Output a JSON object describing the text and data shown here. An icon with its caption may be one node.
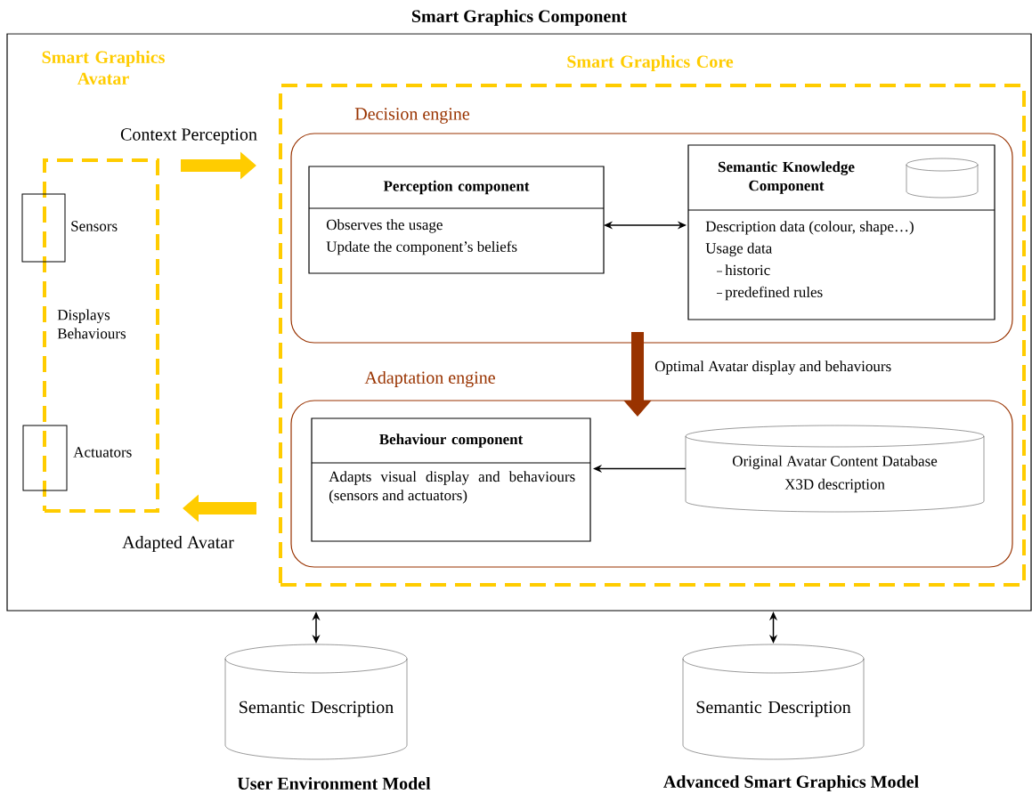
{
  "diagram": {
    "nodes": [
      {
        "text": [
          "Smart Graphics Component"
        ]
      },
      {
        "text": [
          "Smart Graphics Avatar"
        ],
        "in": 0
      },
      {
        "text": [],
        "shape": "box",
        "beside": [
          "Sensors"
        ],
        "in": 0
      },
      {
        "text": [],
        "shape": "box",
        "beside": [
          "Actuators"
        ],
        "in": 0
      },
      {
        "text": [
          "Smart Graphics Core"
        ],
        "in": 0
      },
      {
        "text": [
          "Decision engine"
        ],
        "in": 4
      },
      {
        "text": [
          "Perception component",
          "Observes the usage",
          "Update the component’s beliefs"
        ],
        "in": 5
      },
      {
        "text": [
          "Semantic Knowledge Component",
          "Description data (colour, shape…)",
          "Usage data",
          "historic",
          "predefined rules"
        ],
        "in": 5
      },
      {
        "text": [
          "Adaptation engine"
        ],
        "in": 4
      },
      {
        "text": [
          "Behaviour component",
          "Adapts visual display and behaviours (sensors and actuators)"
        ],
        "in": 8
      },
      {
        "text": [
          "Original Avatar Content Database",
          "X3D description"
        ],
        "in": 8
      },
      {
        "text": [
          "Semantic Description"
        ],
        "beside": [
          "User Environment Model"
        ]
      },
      {
        "text": [
          "Semantic Description"
        ],
        "beside": [
          "Advanced Smart Graphics Model"
        ]
      }
    ],
    "edges": [
      {
        "from": 1,
        "to": 4,
        "arrow": "to",
        "label": "Context Perception",
        "style": "thick",
        "color": "#ffcc00"
      },
      {
        "from": 4,
        "to": 1,
        "arrow": "to",
        "label": "Adapted Avatar",
        "style": "thick",
        "color": "#ffcc00"
      },
      {
        "from": 6,
        "to": 7,
        "arrow": "both"
      },
      {
        "from": 5,
        "to": 8,
        "arrow": "to",
        "label": "Optimal Avatar display and behaviours",
        "style": "thick",
        "color": "#993300"
      },
      {
        "from": 10,
        "to": 9,
        "arrow": "to"
      },
      {
        "from": 0,
        "to": 11,
        "arrow": "both"
      },
      {
        "from": 0,
        "to": 12,
        "arrow": "both"
      }
    ],
    "labels": [
      "Displays Behaviours"
    ]
  }
}
